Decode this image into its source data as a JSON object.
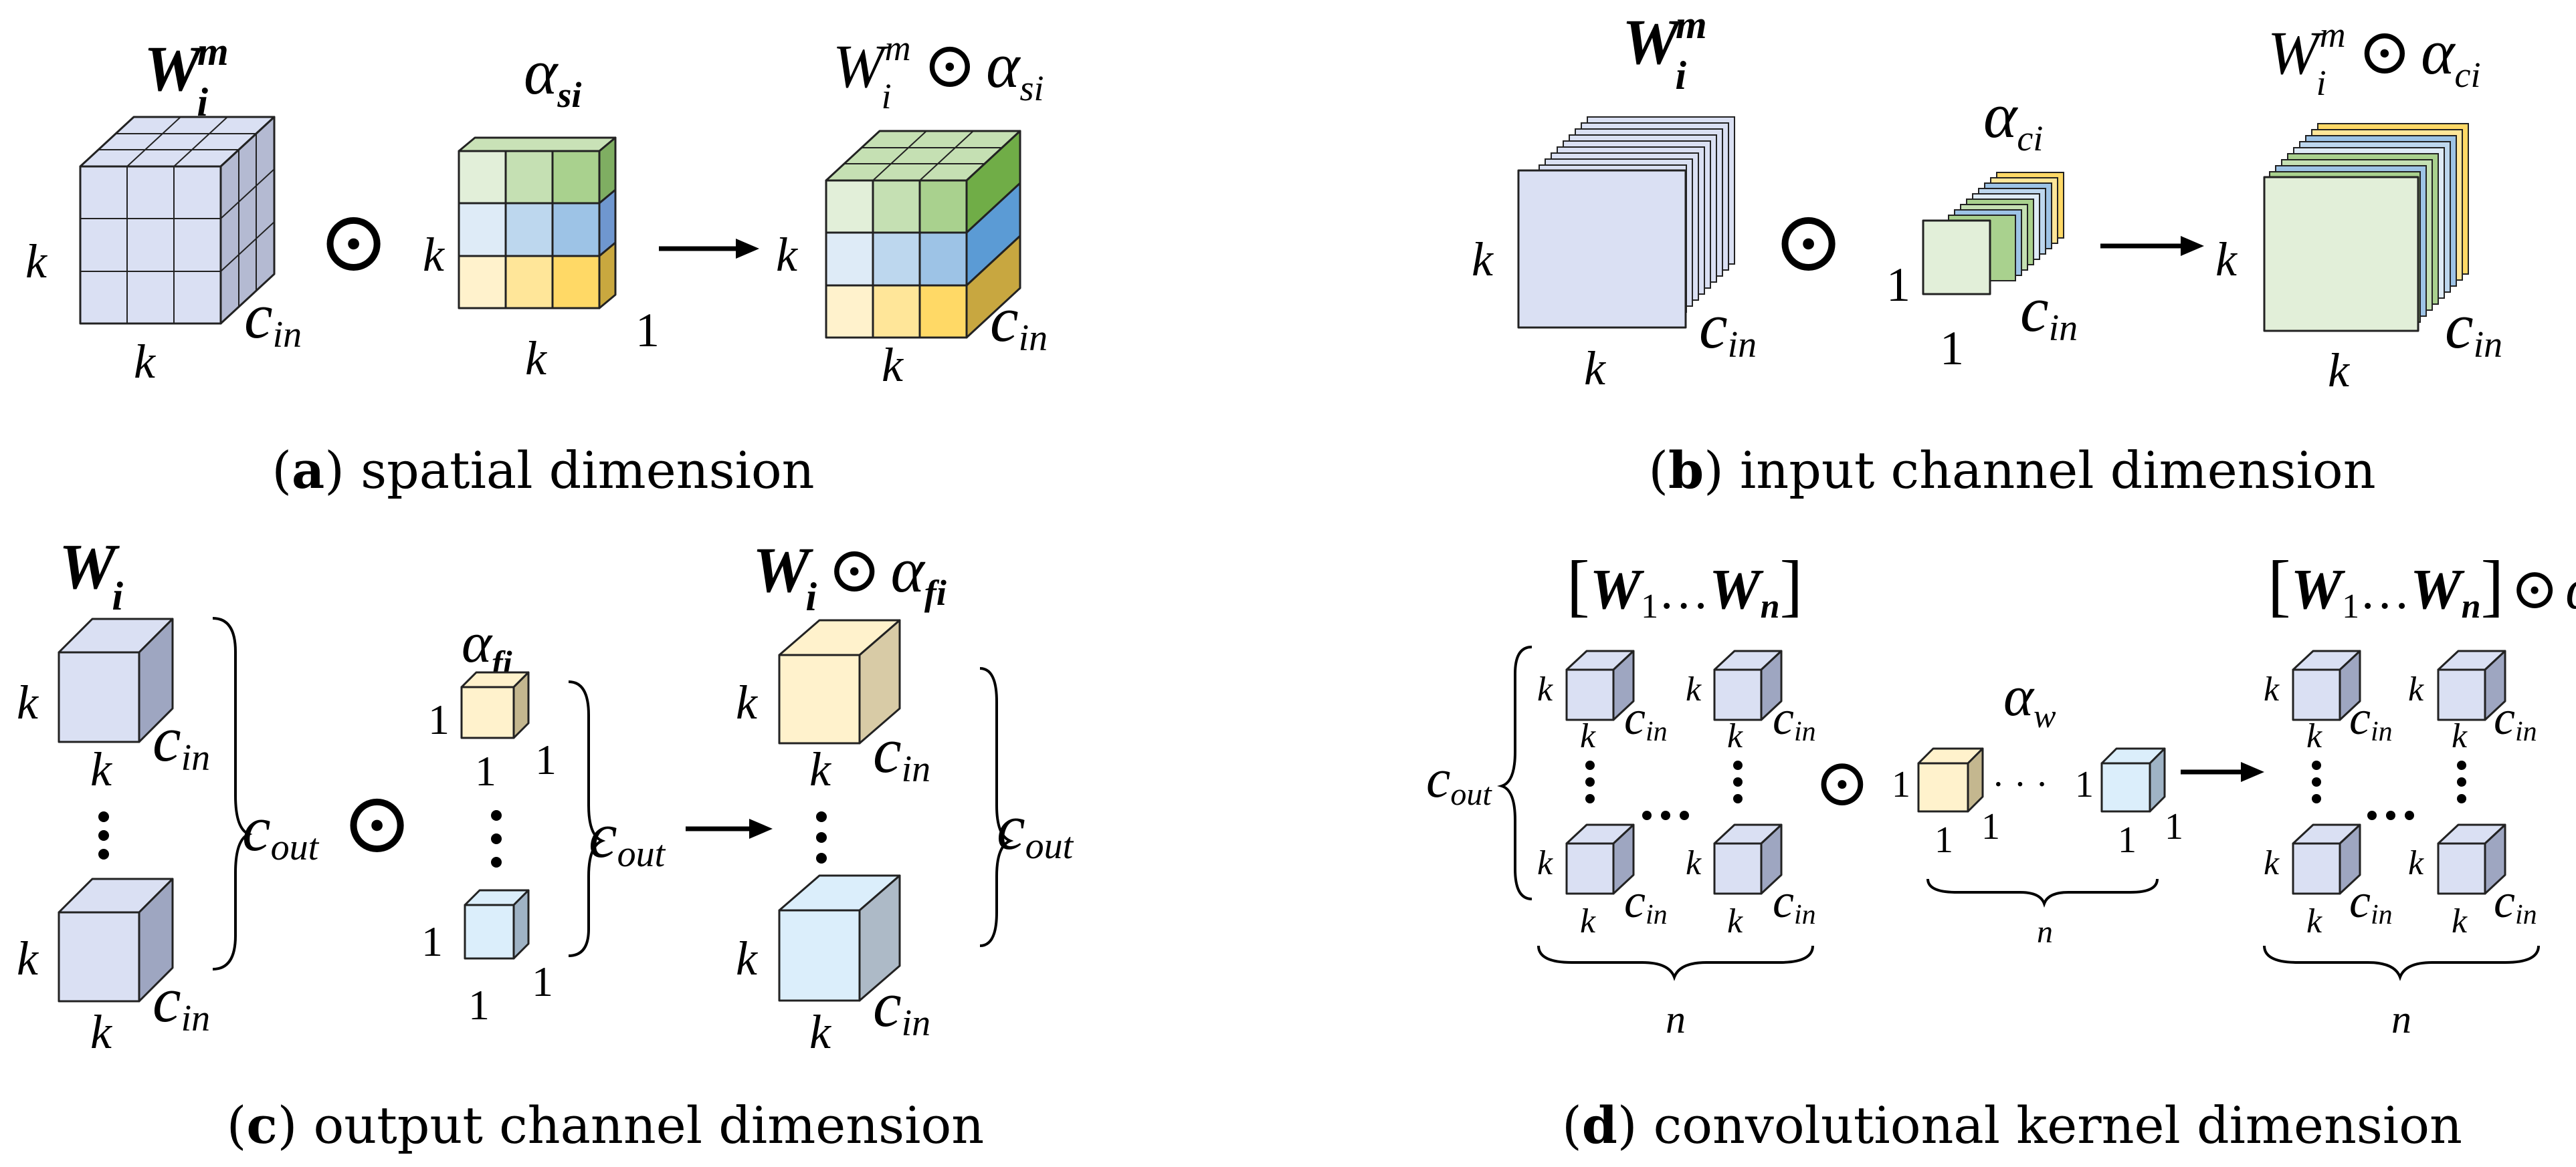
{
  "captions": {
    "a": {
      "letter": "a",
      "text": "spatial dimension"
    },
    "b": {
      "letter": "b",
      "text": "input channel dimension"
    },
    "c": {
      "letter": "c",
      "text": "output channel dimension"
    },
    "d": {
      "letter": "d",
      "text": "convolutional kernel dimension"
    }
  },
  "symbols": {
    "W": "W",
    "i": "i",
    "m": "m",
    "alpha": "α",
    "odot": "⊙",
    "k": "k",
    "c": "c",
    "in": "in",
    "out": "out",
    "one": "1",
    "n": "n",
    "si": "si",
    "ci": "ci",
    "fi": "fi",
    "w": "w",
    "sub1": "1",
    "subn": "n",
    "ellipsis": "…",
    "dots": "· · ·",
    "lbracket": "[",
    "rbracket": "]"
  },
  "colors": {
    "weight_face": "#dae0f3",
    "weight_side": "#9ea6c1",
    "green": "#a9d18e",
    "green_light": "#e2efd9",
    "blue": "#9dc3e6",
    "blue_light": "#deebf7",
    "yellow": "#ffd966",
    "yellow_light": "#fff2cc",
    "cube_yellow": "#fff2cc",
    "cube_blue": "#dbeefb"
  }
}
